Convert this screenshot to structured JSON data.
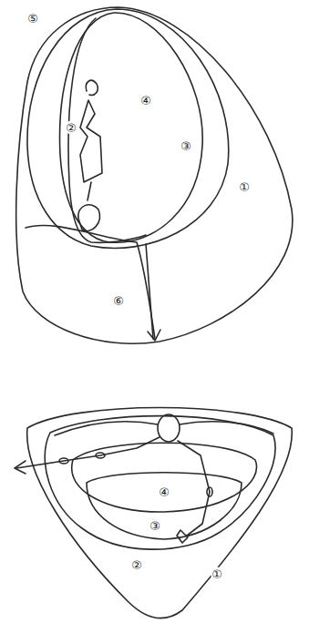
{
  "diagram": {
    "labels": [
      "⑤",
      "②",
      "④",
      "③",
      "①",
      "⑥",
      "④",
      "③",
      "②",
      "①"
    ]
  }
}
